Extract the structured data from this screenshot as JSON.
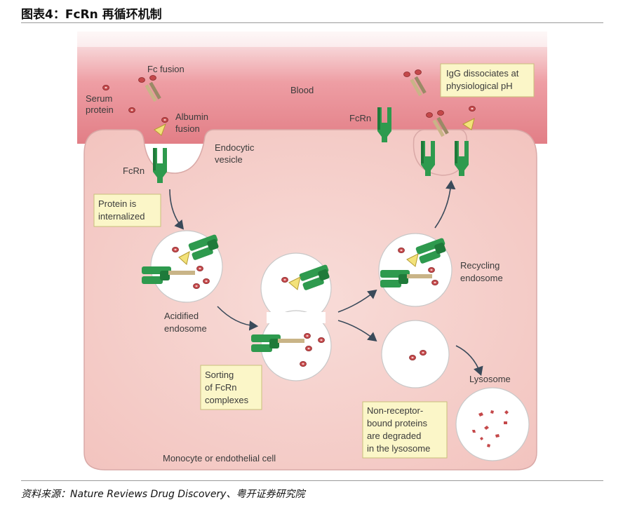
{
  "header": {
    "title": "图表4：FcRn 再循环机制"
  },
  "footer": {
    "source": "资料来源：Nature Reviews Drug Discovery、粤开证券研究院"
  },
  "diagram": {
    "labels": {
      "fc_fusion": "Fc fusion",
      "serum_line1": "Serum",
      "serum_line2": "protein",
      "albumin_line1": "Albumin",
      "albumin_line2": "fusion",
      "blood": "Blood",
      "fcrn_left": "FcRn",
      "endocytic_line1": "Endocytic",
      "endocytic_line2": "vesicle",
      "fcrn_top": "FcRn",
      "acidified_line1": "Acidified",
      "acidified_line2": "endosome",
      "recycling_line1": "Recycling",
      "recycling_line2": "endosome",
      "lysosome": "Lysosome",
      "cell": "Monocyte or endothelial cell"
    },
    "boxes": {
      "internalized_line1": "Protein is",
      "internalized_line2": "internalized",
      "igg_line1": "IgG dissociates at",
      "igg_line2": "physiological pH",
      "sorting_line1": "Sorting",
      "sorting_line2": "of FcRn",
      "sorting_line3": "complexes",
      "nonreceptor_line1": "Non-receptor-",
      "nonreceptor_line2": "bound proteins",
      "nonreceptor_line3": "are degraded",
      "nonreceptor_line4": "in the lysosome"
    },
    "colors": {
      "fcrn_green": "#2e9a4e",
      "protein_red": "#c4484a",
      "albumin_yellow": "#f3e27a",
      "cell_fill": "#f7d4d0",
      "blood_fill": "#e89aa0",
      "box_fill": "#fbf6c8"
    }
  }
}
